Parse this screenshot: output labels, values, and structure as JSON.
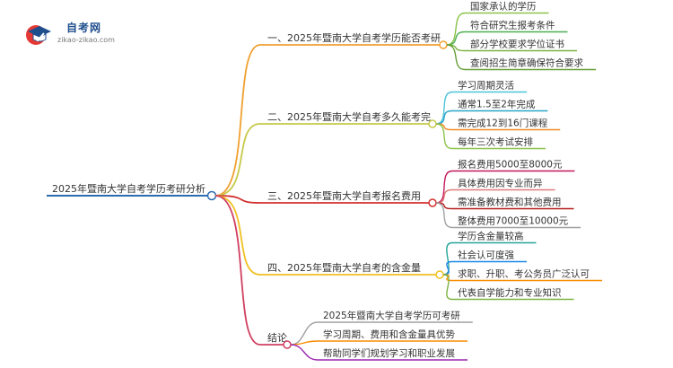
{
  "logo": {
    "name": "自考网",
    "url": "zikao-zikao.com"
  },
  "root": {
    "label": "2025年暨南大学自考学历考研分析",
    "color": "#2b6cb0"
  },
  "branches": [
    {
      "label": "一、2025年暨南大学自考学历能否考研",
      "color": "#f0a030",
      "children": [
        {
          "label": "国家承认的学历",
          "color": "#8bc34a"
        },
        {
          "label": "符合研究生报考条件",
          "color": "#4caf50"
        },
        {
          "label": "部分学校要求学位证书",
          "color": "#7cb342"
        },
        {
          "label": "查阅招生简章确保符合要求",
          "color": "#689f38"
        }
      ]
    },
    {
      "label": "二、2025年暨南大学自考多久能考完",
      "color": "#c6c94a",
      "children": [
        {
          "label": "学习周期灵活",
          "color": "#4cc3d9"
        },
        {
          "label": "通常1.5至2年完成",
          "color": "#2aa6c7"
        },
        {
          "label": "需完成12到16门课程",
          "color": "#f08a24"
        },
        {
          "label": "每年三次考试安排",
          "color": "#8bc34a"
        }
      ]
    },
    {
      "label": "三、2025年暨南大学自考报名费用",
      "color": "#d32f2f",
      "children": [
        {
          "label": "报名费用5000至8000元",
          "color": "#c2185b"
        },
        {
          "label": "具体费用因专业而异",
          "color": "#e07b7b"
        },
        {
          "label": "需准备教材费和其他费用",
          "color": "#b71c1c"
        },
        {
          "label": "整体费用7000至10000元",
          "color": "#a0a0a0"
        }
      ]
    },
    {
      "label": "四、2025年暨南大学自考的含金量",
      "color": "#f0c020",
      "children": [
        {
          "label": "学历含金量较高",
          "color": "#26a69a"
        },
        {
          "label": "社会认可度强",
          "color": "#1e88e5"
        },
        {
          "label": "求职、升职、考公务员广泛认可",
          "color": "#fb8c00"
        },
        {
          "label": "代表自学能力和专业知识",
          "color": "#7cb342"
        }
      ]
    },
    {
      "label": "结论",
      "color": "#d04060",
      "children": [
        {
          "label": "2025年暨南大学自考学历可考研",
          "color": "#a0a0a0"
        },
        {
          "label": "学习周期、费用和含金量具优势",
          "color": "#fb8c00"
        },
        {
          "label": "帮助同学们规划学习和职业发展",
          "color": "#9c27b0"
        }
      ]
    }
  ]
}
